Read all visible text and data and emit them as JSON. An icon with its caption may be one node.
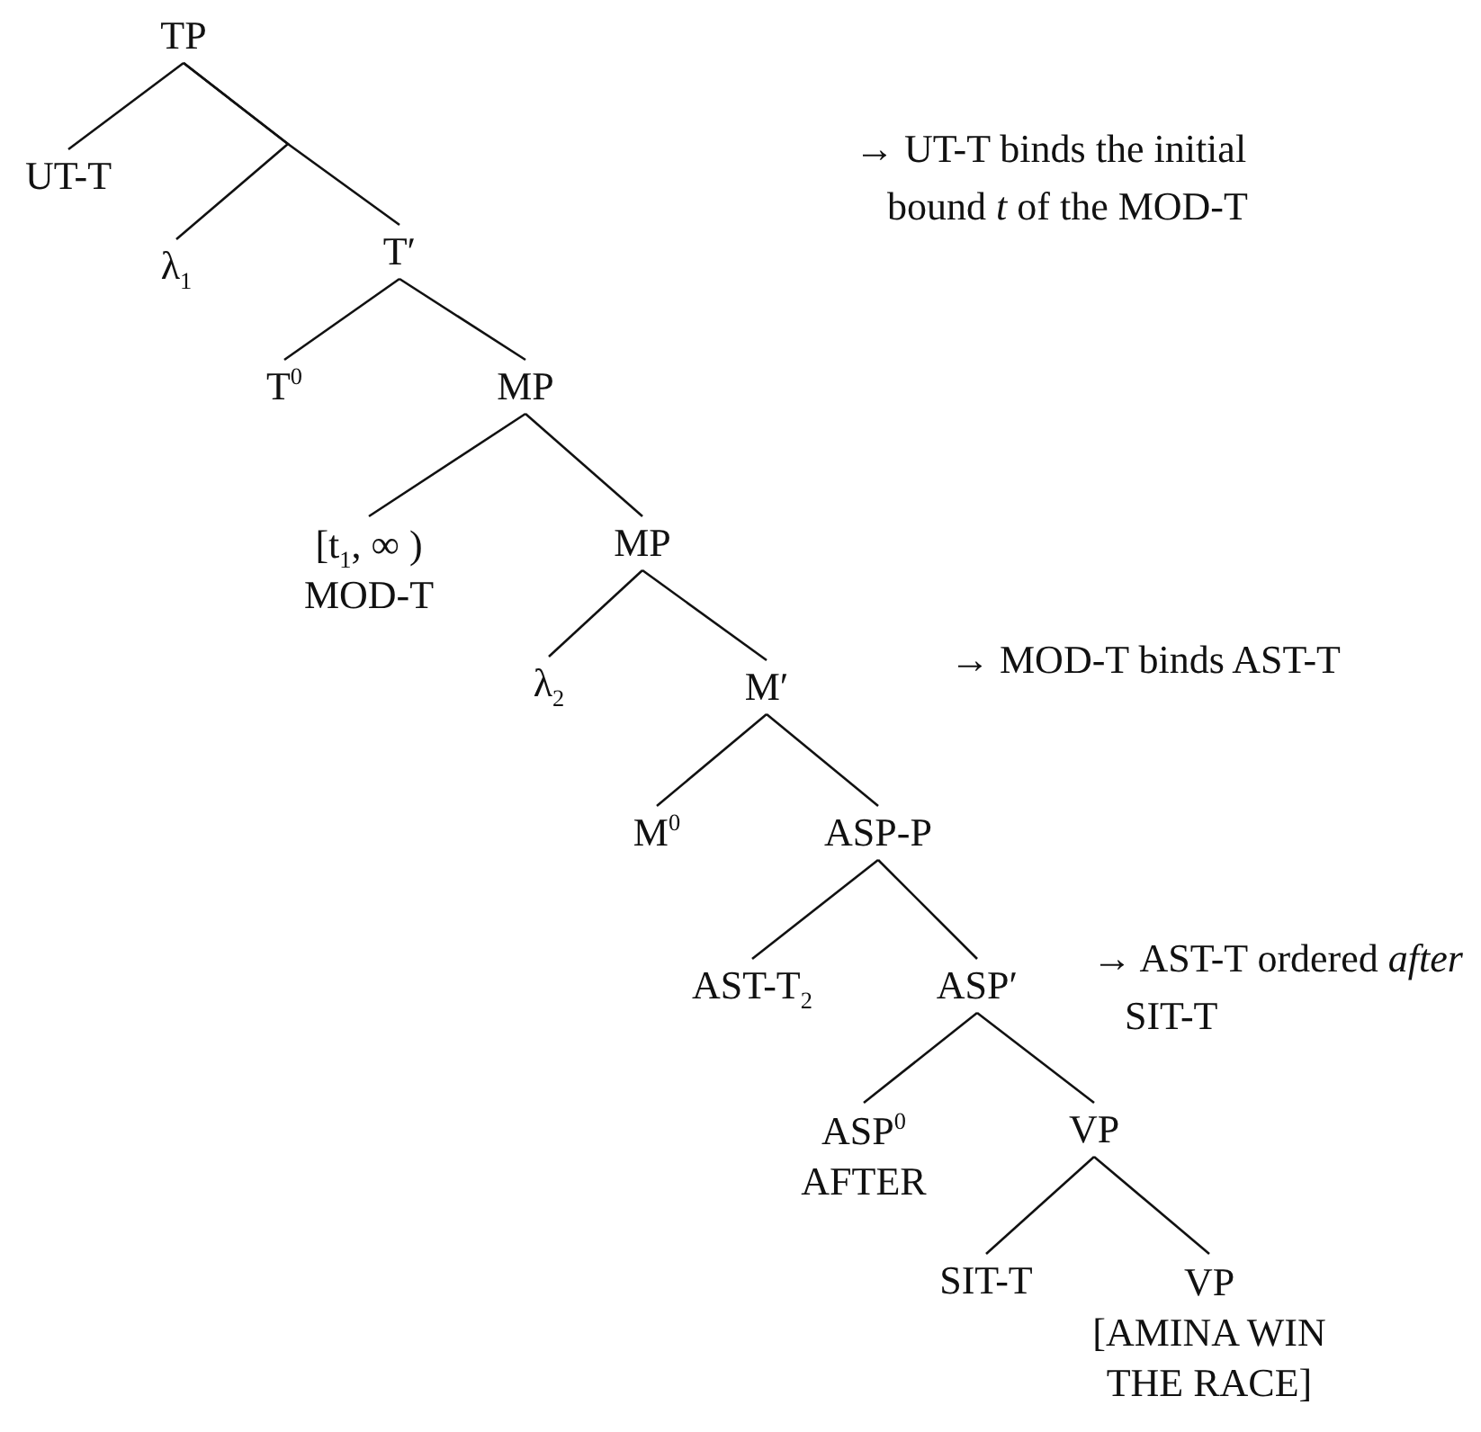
{
  "diagram": {
    "nodes": [
      {
        "text": [
          "TP"
        ]
      },
      {
        "text": [
          "UT-T"
        ]
      },
      {
        "text": [
          "λ$_{1}$"
        ]
      },
      {
        "text": [
          "T′"
        ]
      },
      {
        "text": [
          "T$^{0}$"
        ]
      },
      {
        "text": [
          "MP"
        ]
      },
      {
        "text": [
          "[t$_{1}$, ∞ )",
          "MOD-T"
        ]
      },
      {
        "text": [
          "MP"
        ]
      },
      {
        "text": [
          "λ$_{2}$"
        ]
      },
      {
        "text": [
          "M′"
        ]
      },
      {
        "text": [
          "M$^{0}$"
        ]
      },
      {
        "text": [
          "ASP-P"
        ]
      },
      {
        "text": [
          "AST-T$_{2}$"
        ]
      },
      {
        "text": [
          "ASP′"
        ]
      },
      {
        "text": [
          "ASP$^{0}$",
          "AFTER"
        ]
      },
      {
        "text": [
          "VP"
        ]
      },
      {
        "text": [
          "SIT-T"
        ]
      },
      {
        "text": [
          "VP",
          "[AMINA WIN THE RACE]"
        ]
      }
    ],
    "edges": [
      {
        "from": 0,
        "to": 1,
        "arrow": "none"
      },
      {
        "from": 0,
        "to": 2,
        "arrow": "none"
      },
      {
        "from": 0,
        "to": 3,
        "arrow": "none"
      },
      {
        "from": 3,
        "to": 4,
        "arrow": "none"
      },
      {
        "from": 3,
        "to": 5,
        "arrow": "none"
      },
      {
        "from": 5,
        "to": 6,
        "arrow": "none"
      },
      {
        "from": 5,
        "to": 7,
        "arrow": "none"
      },
      {
        "from": 7,
        "to": 8,
        "arrow": "none"
      },
      {
        "from": 7,
        "to": 9,
        "arrow": "none"
      },
      {
        "from": 9,
        "to": 10,
        "arrow": "none"
      },
      {
        "from": 9,
        "to": 11,
        "arrow": "none"
      },
      {
        "from": 11,
        "to": 12,
        "arrow": "none"
      },
      {
        "from": 11,
        "to": 13,
        "arrow": "none"
      },
      {
        "from": 13,
        "to": 14,
        "arrow": "none"
      },
      {
        "from": 13,
        "to": 15,
        "arrow": "none"
      },
      {
        "from": 15,
        "to": 16,
        "arrow": "none"
      },
      {
        "from": 15,
        "to": 17,
        "arrow": "none"
      }
    ],
    "labels": [
      "→ UT-T binds the initial bound *t* of the MOD-T",
      "→ MOD-T binds AST-T",
      "→ AST-T ordered *after* SIT-T"
    ]
  }
}
